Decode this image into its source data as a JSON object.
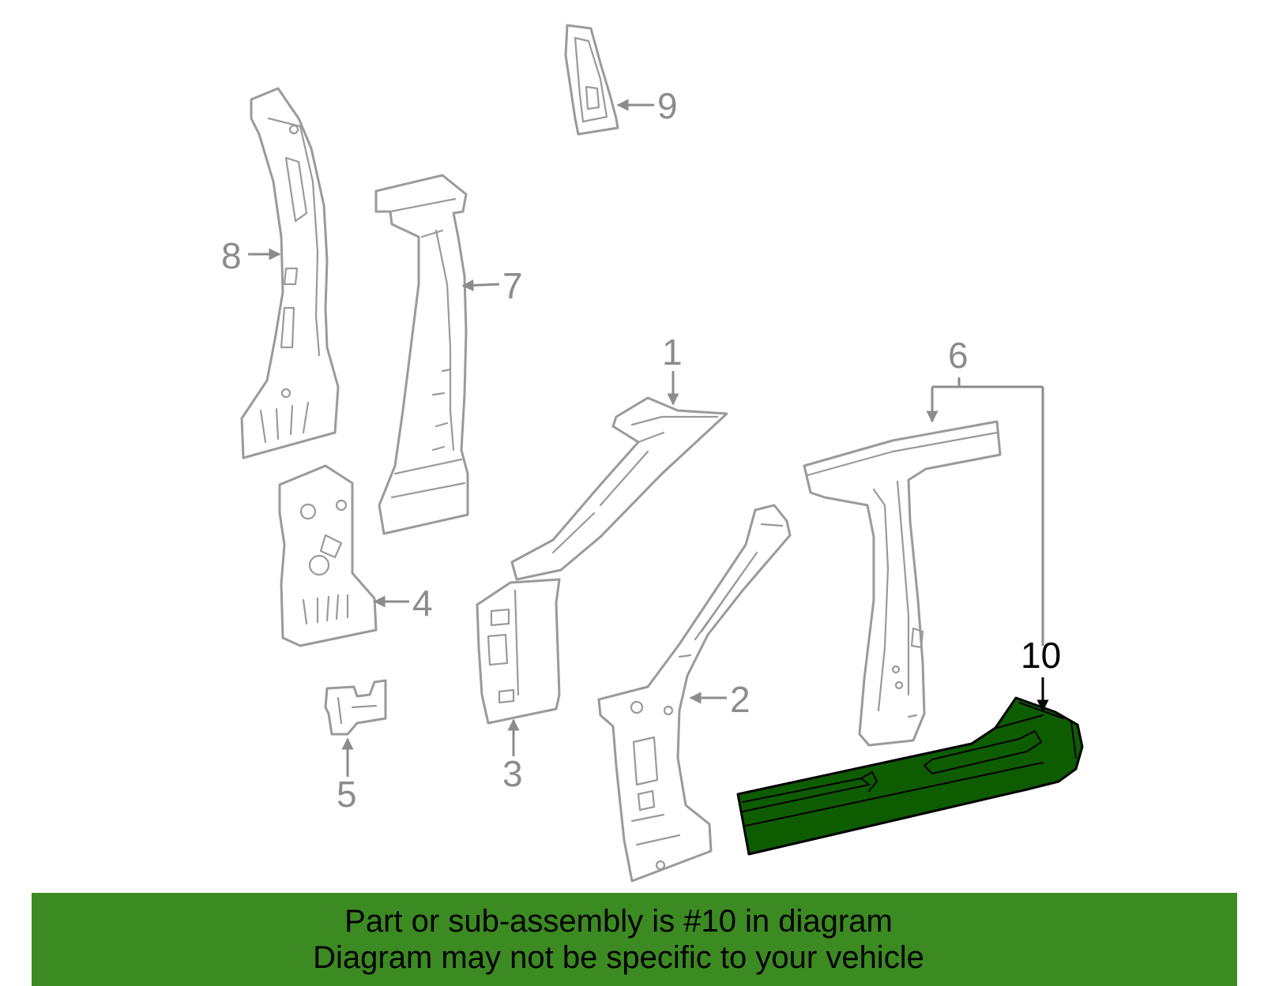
{
  "callouts": {
    "c1": "1",
    "c2": "2",
    "c3": "3",
    "c4": "4",
    "c5": "5",
    "c6": "6",
    "c7": "7",
    "c8": "8",
    "c9": "9",
    "c10": "10"
  },
  "highlighted_part": "10",
  "colors": {
    "highlight_fill": "#0e5c00",
    "banner": "#3c8a22",
    "line_art": "#9a9a9a"
  },
  "banner": {
    "line1": "Part or sub-assembly is #10 in diagram",
    "line2": "Diagram may not be specific to your vehicle"
  }
}
